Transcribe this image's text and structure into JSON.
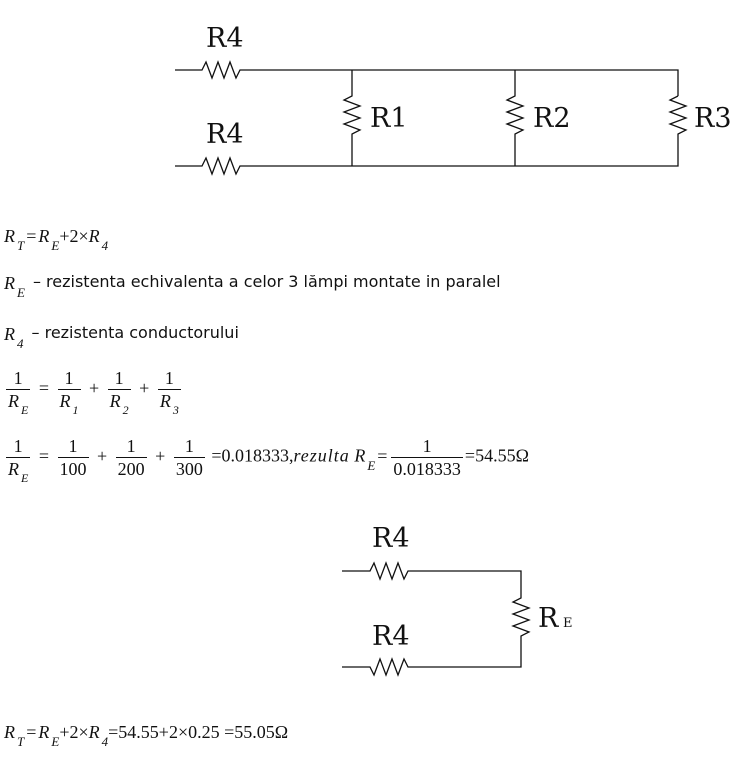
{
  "circuit1": {
    "r4_top": "R4",
    "r4_bottom": "R4",
    "r1": "R1",
    "r2": "R2",
    "r3": "R3"
  },
  "circuit2": {
    "r4_top": "R4",
    "r4_bottom": "R4",
    "re_main": "R",
    "re_sub": "E"
  },
  "eq1": {
    "rt": "R",
    "rt_sub": "T",
    "eq": "=",
    "re": "R",
    "re_sub": "E",
    "plus_two_times": "+2×",
    "r4": "R",
    "r4_sub": "4"
  },
  "def_re": {
    "sym": "R",
    "sym_sub": "E",
    "text": "– rezistenta echivalenta a celor 3 lămpi montate in paralel"
  },
  "def_r4": {
    "sym": "R",
    "sym_sub": "4",
    "text": "– rezistenta conductorului"
  },
  "eq3": {
    "num": "1",
    "lhs_den": "R",
    "lhs_den_sub": "E",
    "t1_den": "R",
    "t1_den_sub": "1",
    "t2_den": "R",
    "t2_den_sub": "2",
    "t3_den": "R",
    "t3_den_sub": "3"
  },
  "eq4": {
    "num": "1",
    "lhs_den": "R",
    "lhs_den_sub": "E",
    "d1": "100",
    "d2": "200",
    "d3": "300",
    "value1": "=0.018333",
    "comma": ",",
    "word": "rezulta",
    "re": "R",
    "re_sub": "E",
    "den_value": "0.018333",
    "result": "=54.55Ω"
  },
  "eq5": {
    "rt": "R",
    "rt_sub": "T",
    "re": "R",
    "re_sub": "E",
    "mid": "+2×",
    "r4": "R",
    "r4_sub": "4",
    "result": "=54.55+2×0.25 =55.05Ω"
  }
}
